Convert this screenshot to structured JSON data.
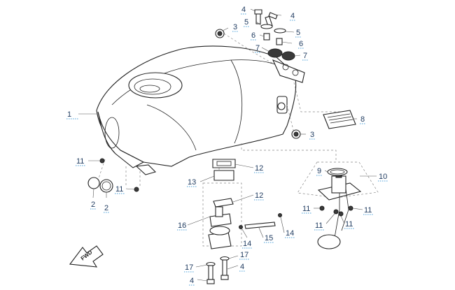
{
  "callouts": [
    {
      "id": "c1",
      "text": "1"
    },
    {
      "id": "c2a",
      "text": "2"
    },
    {
      "id": "c2b",
      "text": "2"
    },
    {
      "id": "c3a",
      "text": "3"
    },
    {
      "id": "c3b",
      "text": "3"
    },
    {
      "id": "c4a",
      "text": "4"
    },
    {
      "id": "c4b",
      "text": "4"
    },
    {
      "id": "c4c",
      "text": "4"
    },
    {
      "id": "c4d",
      "text": "4"
    },
    {
      "id": "c5a",
      "text": "5"
    },
    {
      "id": "c5b",
      "text": "5"
    },
    {
      "id": "c6a",
      "text": "6"
    },
    {
      "id": "c6b",
      "text": "6"
    },
    {
      "id": "c7a",
      "text": "7"
    },
    {
      "id": "c7b",
      "text": "7"
    },
    {
      "id": "c8",
      "text": "8"
    },
    {
      "id": "c9",
      "text": "9"
    },
    {
      "id": "c10",
      "text": "10"
    },
    {
      "id": "c11a",
      "text": "11"
    },
    {
      "id": "c11b",
      "text": "11"
    },
    {
      "id": "c11c",
      "text": "11"
    },
    {
      "id": "c11d",
      "text": "11"
    },
    {
      "id": "c11e",
      "text": "11"
    },
    {
      "id": "c11f",
      "text": "11"
    },
    {
      "id": "c12a",
      "text": "12"
    },
    {
      "id": "c12b",
      "text": "12"
    },
    {
      "id": "c13",
      "text": "13"
    },
    {
      "id": "c14a",
      "text": "14"
    },
    {
      "id": "c14b",
      "text": "14"
    },
    {
      "id": "c15",
      "text": "15"
    },
    {
      "id": "c16",
      "text": "16"
    },
    {
      "id": "c17a",
      "text": "17"
    },
    {
      "id": "c17b",
      "text": "17"
    }
  ],
  "fwd_arrow": {
    "text": "FWD"
  },
  "colors": {
    "callout_text": "#1e3a5f",
    "callout_underline": "#4a9fd8",
    "line_art": "#222222"
  }
}
